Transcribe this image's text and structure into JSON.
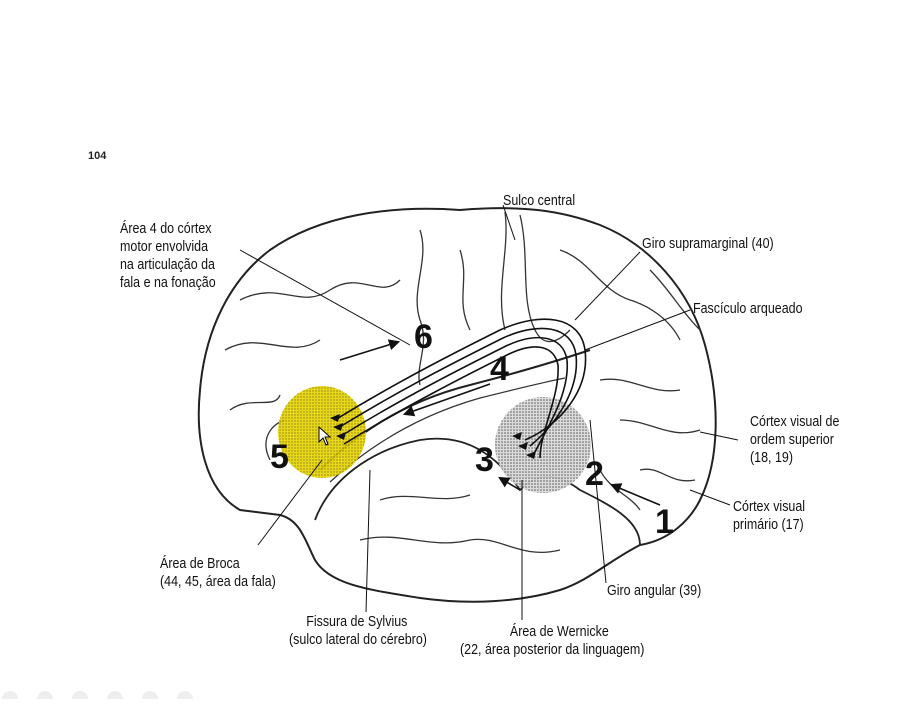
{
  "page_marker": "104",
  "labels": {
    "sulco_central": "Sulco central",
    "area4": [
      "Área 4 do córtex",
      "motor envolvida",
      "na articulação da",
      "fala e na fonação"
    ],
    "giro_supramarginal": "Giro supramarginal (40)",
    "fasciculo": "Fascículo arqueado",
    "cortex_superior": [
      "Córtex visual de",
      "ordem superior",
      "(18, 19)"
    ],
    "cortex_primario": [
      "Córtex visual",
      "primário (17)"
    ],
    "broca": [
      "Área de Broca",
      "(44, 45, área da fala)"
    ],
    "sylvius": [
      "Fissura de Sylvius",
      "(sulco lateral do cérebro)"
    ],
    "wernicke": [
      "Área de Wernicke",
      "(22, área posterior da linguagem)"
    ],
    "giro_angular": "Giro angular (39)"
  },
  "numbers": {
    "n1": "1",
    "n2": "2",
    "n3": "3",
    "n4": "4",
    "n5": "5",
    "n6": "6"
  },
  "colors": {
    "broca_highlight": "#e6d400",
    "ink": "#111111"
  }
}
